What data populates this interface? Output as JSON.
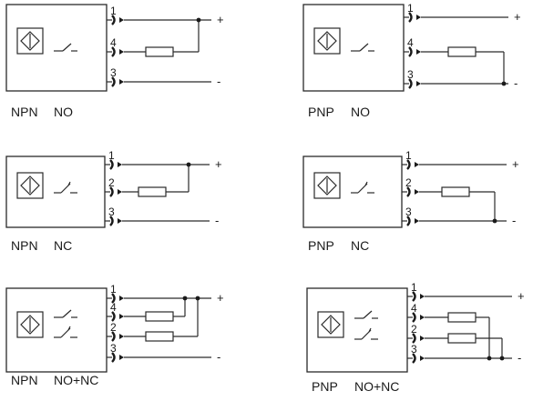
{
  "polarity": {
    "plus": "+",
    "minus": "-"
  },
  "pins": {
    "brown": "1",
    "black": "4",
    "white": "2",
    "blue": "3"
  },
  "diagrams": [
    {
      "type": "NPN",
      "mode": "NO"
    },
    {
      "type": "PNP",
      "mode": "NO"
    },
    {
      "type": "NPN",
      "mode": "NC"
    },
    {
      "type": "PNP",
      "mode": "NC"
    },
    {
      "type": "NPN",
      "mode": "NO+NC"
    },
    {
      "type": "PNP",
      "mode": "NO+NC"
    }
  ],
  "colors": {
    "line": "#2a2a2a",
    "text": "#1a1a1a",
    "background": "#ffffff"
  }
}
